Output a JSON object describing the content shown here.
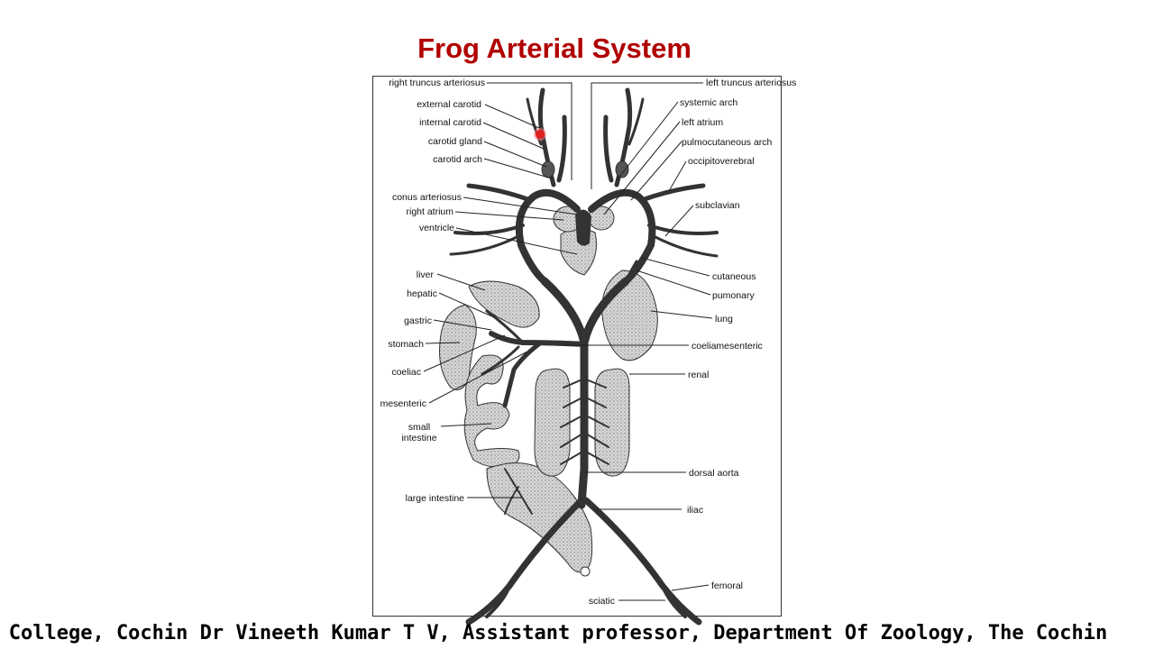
{
  "slide": {
    "title": "Frog Arterial System",
    "title_color": "#b00000",
    "ticker": "in College, Cochin   Dr Vineeth Kumar T V, Assistant professor, Department Of Zoology, The Cochin"
  },
  "diagram": {
    "labels_left": {
      "right_truncus": "right truncus arteriosus",
      "external_carotid": "external carotid",
      "internal_carotid": "internal carotid",
      "carotid_gland": "carotid gland",
      "carotid_arch": "carotid arch",
      "conus": "conus arteriosus",
      "right_atrium": "right atrium",
      "ventricle": "ventricle",
      "liver": "liver",
      "hepatic": "hepatic",
      "gastric": "gastric",
      "stomach": "stomach",
      "coeliac": "coeliac",
      "mesenteric": "mesenteric",
      "small_intestine_1": "small",
      "small_intestine_2": "intestine",
      "large_intestine": "large intestine",
      "sciatic": "sciatic"
    },
    "labels_right": {
      "left_truncus": "left truncus arteriosus",
      "systemic_arch": "systemic arch",
      "left_atrium": "left atrium",
      "pulmocutaneous": "pulmocutaneous arch",
      "occipitovertebral": "occipitoverebral",
      "subclavian": "subclavian",
      "cutaneous": "cutaneous",
      "pulmonary": "pumonary",
      "lung": "lung",
      "coeliamesenteric": "coeliamesenteric",
      "renal": "renal",
      "dorsal_aorta": "dorsal aorta",
      "iliac": "iliac",
      "femoral": "femoral"
    }
  }
}
